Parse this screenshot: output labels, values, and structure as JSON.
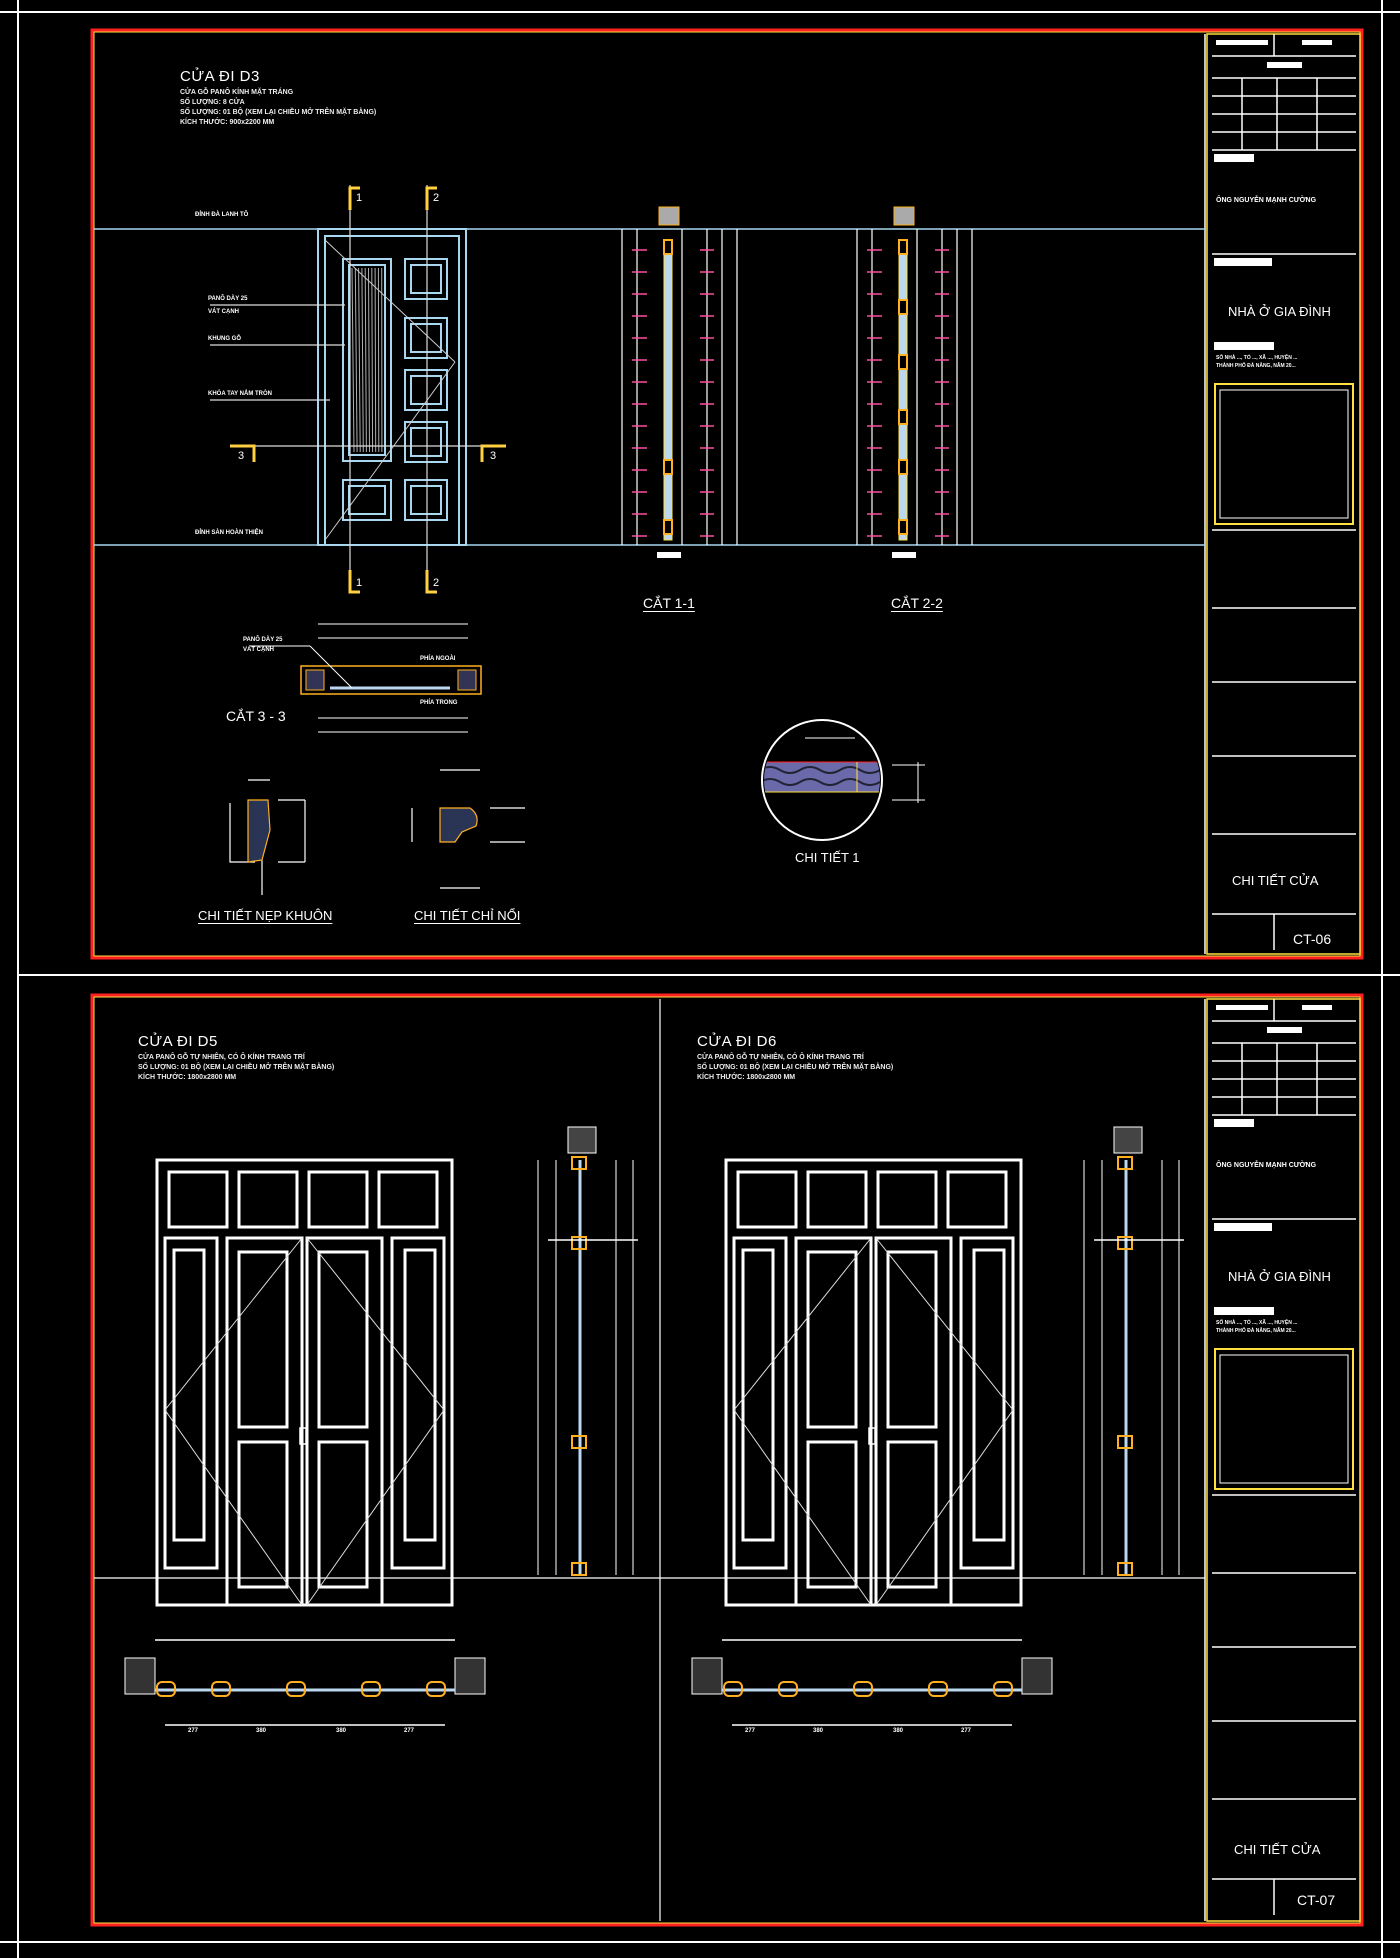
{
  "colors": {
    "background": "#000000",
    "frame_outer": "#ffffff",
    "frame_red": "#ff2020",
    "frame_yellow": "#ffe040",
    "door_cyan": "#a8d8f0",
    "section_mark": "#ffd040",
    "dim_tick": "#ff4fa0",
    "glass": "#bcd8f0",
    "wood": "#ffb020"
  },
  "sheet1": {
    "title": "CỬA ĐI D3",
    "specs": [
      "CỬA GỖ PANÔ KÍNH MẶT TRÁNG",
      "SỐ LƯỢNG: 8 CỬA",
      "SỐ LƯỢNG: 01 BỘ (XEM LẠI CHIỀU MỞ TRÊN MẶT BẰNG)",
      "KÍCH THƯỚC: 900x2200 MM"
    ],
    "labels": {
      "top_level": "ĐỈNH ĐÀ LANH TÔ",
      "bottom_level": "ĐỈNH SÀN HOÀN THIỆN",
      "glass": "PANÔ DÀY 25",
      "glass2": "VÁT CẠNH",
      "frame": "KHUNG GỖ",
      "handle": "KHÓA TAY NẮM TRÒN"
    },
    "section_marks": [
      "1",
      "2",
      "3"
    ],
    "captions": {
      "cut11": "CẮT 1-1",
      "cut22": "CẮT 2-2",
      "cut33": "CẮT 3 - 3",
      "detail_nep": "CHI TIẾT NẸP KHUÔN",
      "detail_chi": "CHI TIẾT CHỈ NỔI",
      "detail1": "CHI TIẾT 1"
    },
    "cut33_labels": {
      "inner": "PHÍA NGOÀI",
      "outer": "PHÍA TRONG"
    }
  },
  "sheet2": {
    "door_d5": {
      "title": "CỬA ĐI D5",
      "specs": [
        "CỬA PANÔ GỖ TỰ NHIÊN, CÓ Ô KÍNH TRANG TRÍ",
        "SỐ LƯỢNG: 01 BỘ (XEM LẠI CHIỀU MỞ TRÊN MẶT BẰNG)",
        "KÍCH THƯỚC: 1800x2800 MM"
      ],
      "plan_dims": [
        "277",
        "380",
        "380",
        "277"
      ]
    },
    "door_d6": {
      "title": "CỬA ĐI D6",
      "specs": [
        "CỬA PANÔ GỖ TỰ NHIÊN, CÓ Ô KÍNH TRANG TRÍ",
        "SỐ LƯỢNG: 01 BỘ (XEM LẠI CHIỀU MỞ TRÊN MẶT BẰNG)",
        "KÍCH THƯỚC: 1800x2800 MM"
      ],
      "plan_dims": [
        "277",
        "380",
        "380",
        "277"
      ]
    }
  },
  "title_blocks": [
    {
      "owner": "ÔNG NGUYỄN MẠNH CƯỜNG",
      "project": "NHÀ Ở GIA ĐÌNH",
      "address": [
        "SỐ NHÀ ..., TỔ ..., XÃ ..., HUYỆN ...",
        "THÀNH PHỐ ĐÀ NẴNG, NĂM 20..."
      ],
      "drawing_name": "CHI TIẾT CỬA",
      "drawing_code": "CT-06"
    },
    {
      "owner": "ÔNG NGUYỄN MẠNH CƯỜNG",
      "project": "NHÀ Ở GIA ĐÌNH",
      "address": [
        "SỐ NHÀ ..., TỔ ..., XÃ ..., HUYỆN ...",
        "THÀNH PHỐ ĐÀ NẴNG, NĂM 20..."
      ],
      "drawing_name": "CHI TIẾT CỬA",
      "drawing_code": "CT-07"
    }
  ]
}
